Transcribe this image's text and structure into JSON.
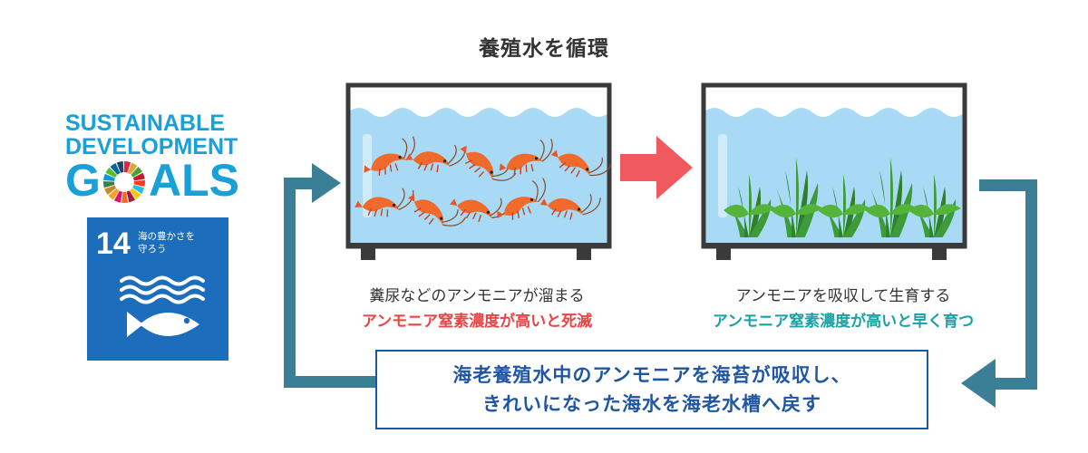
{
  "title": "養殖水を循環",
  "sdg": {
    "line1": "SUSTAINABLE",
    "line2": "DEVELOPMENT",
    "line3_g": "G",
    "line3_rest": "ALS",
    "goal_number": "14",
    "goal_text_line1": "海の豊かさを",
    "goal_text_line2": "守ろう",
    "goal_color": "#1c6dbb",
    "wordmark_color": "#1aa0d8"
  },
  "left_tank": {
    "icon": "shrimp-icon",
    "caption_line1": "糞尿などのアンモニアが溜まる",
    "caption_line2": "アンモニア窒素濃度が高いと死滅",
    "caption_line2_color": "#e84545"
  },
  "right_tank": {
    "icon": "seaweed-icon",
    "caption_line1": "アンモニアを吸収して生育する",
    "caption_line2": "アンモニア窒素濃度が高いと早く育つ",
    "caption_line2_color": "#17a2a5"
  },
  "summary": {
    "line1": "海老養殖水中のアンモニアを海苔が吸収し、",
    "line2": "きれいになった海水を海老水槽へ戻す",
    "color": "#1f56a4"
  },
  "colors": {
    "flow_arrow": "#f05a5e",
    "cycle_arrow": "#3b7f96",
    "water": "#a8daf6",
    "tank_frame": "#3a3a3a"
  }
}
